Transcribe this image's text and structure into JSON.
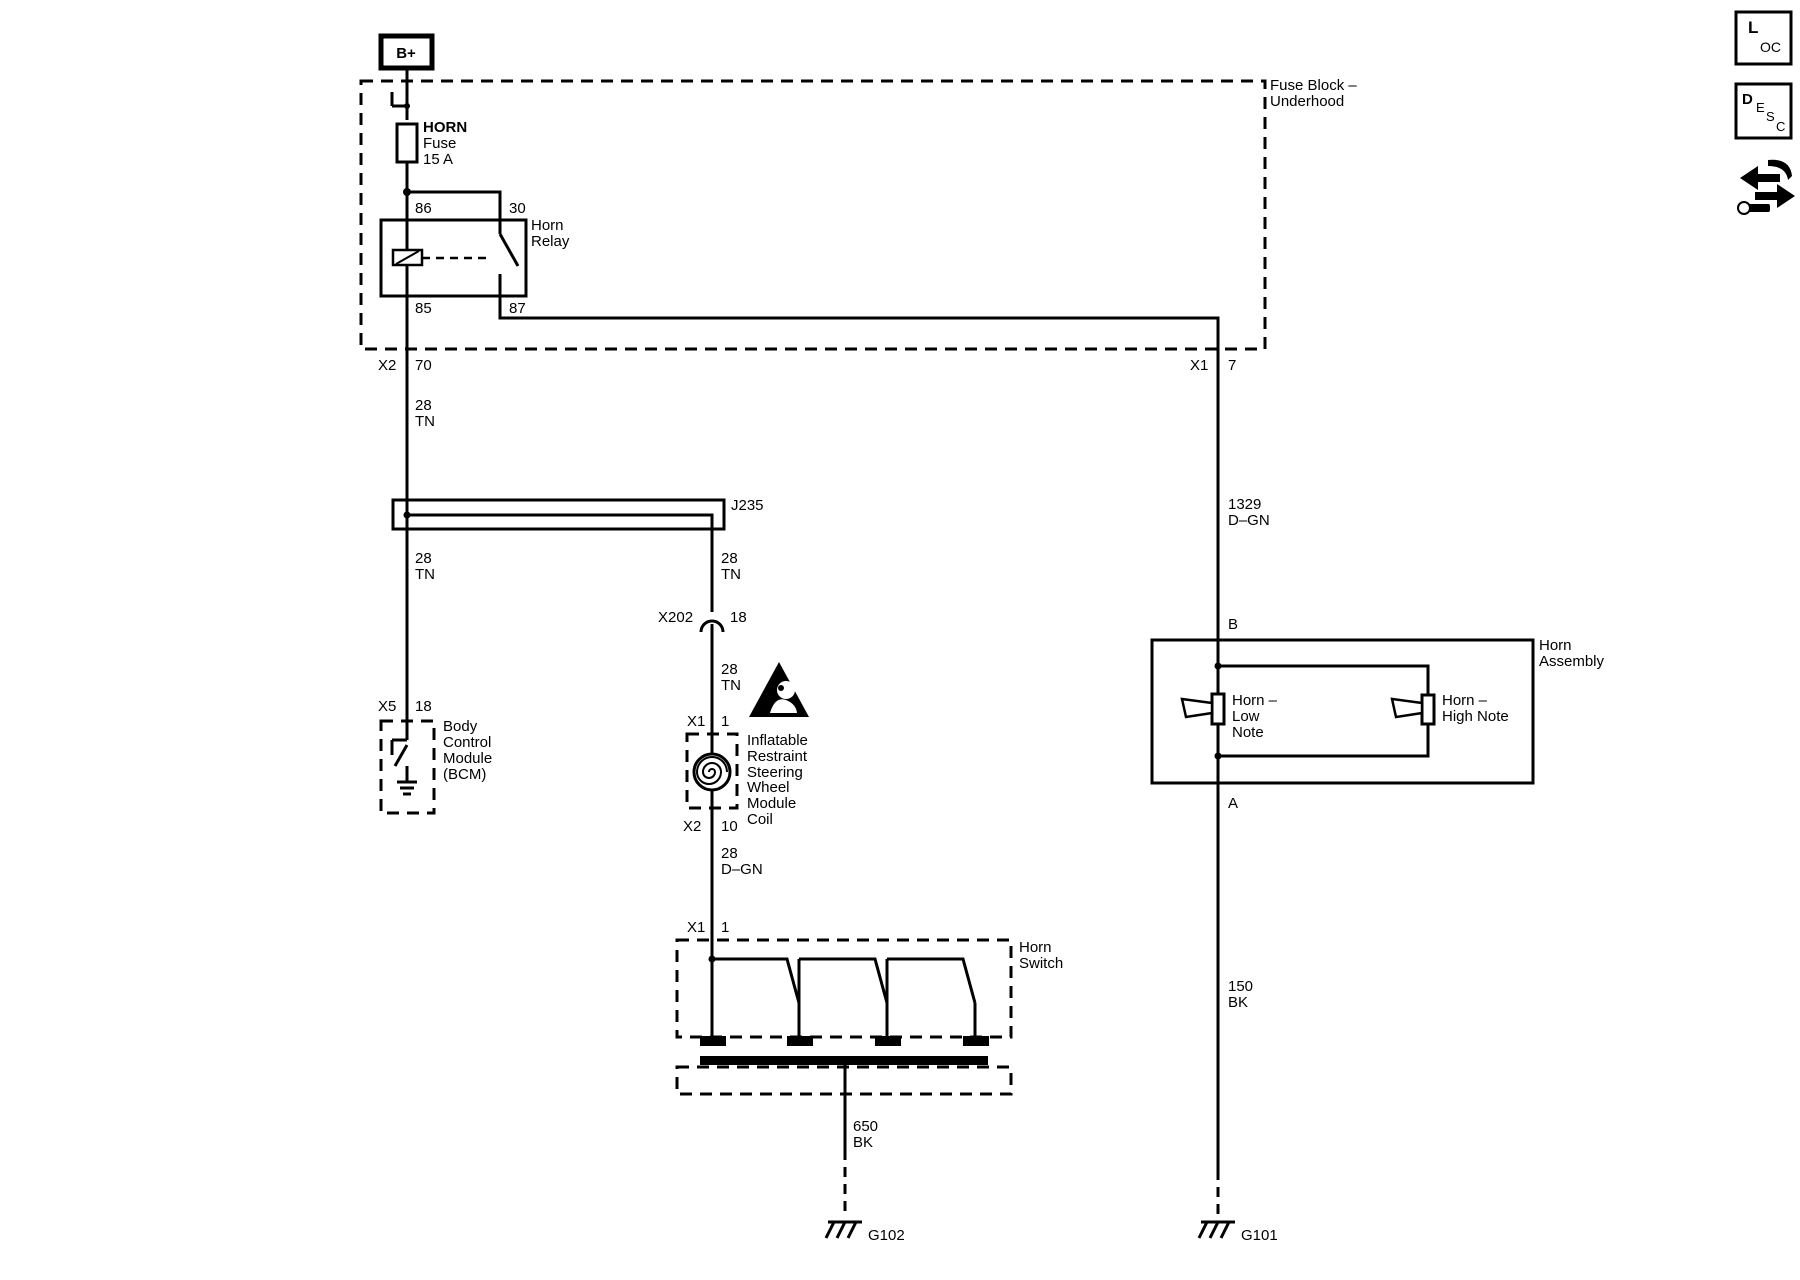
{
  "supply": {
    "label": "B+"
  },
  "fuse_block": {
    "line1": "Fuse Block –",
    "line2": "Underhood"
  },
  "fuse": {
    "line1": "HORN",
    "line2": "Fuse",
    "line3": "15 A"
  },
  "relay": {
    "line1": "Horn",
    "line2": "Relay",
    "pin86": "86",
    "pin30": "30",
    "pin85": "85",
    "pin87": "87"
  },
  "connectors": {
    "x2_name": "X2",
    "x2_pin": "70",
    "x1_name": "X1",
    "x1_pin": "7",
    "x202_name": "X202",
    "x202_pin": "18",
    "x5_name": "X5",
    "x5_pin": "18",
    "coil_x1_name": "X1",
    "coil_x1_pin": "1",
    "coil_x2_name": "X2",
    "coil_x2_pin": "10",
    "switch_x1_name": "X1",
    "switch_x1_pin": "1"
  },
  "wires": {
    "w1_circuit": "28",
    "w1_color": "TN",
    "w2_circuit": "28",
    "w2_color": "TN",
    "w3_circuit": "28",
    "w3_color": "TN",
    "w4_circuit": "28",
    "w4_color": "TN",
    "w5_circuit": "28",
    "w5_color": "D–GN",
    "w6_circuit": "1329",
    "w6_color": "D–GN",
    "w7_circuit": "150",
    "w7_color": "BK",
    "w8_circuit": "650",
    "w8_color": "BK"
  },
  "splice": {
    "label": "J235"
  },
  "bcm": {
    "line1": "Body",
    "line2": "Control",
    "line3": "Module",
    "line4": "(BCM)"
  },
  "coil": {
    "line1": "Inflatable",
    "line2": "Restraint",
    "line3": "Steering",
    "line4": "Wheel",
    "line5": "Module",
    "line6": "Coil"
  },
  "horn_switch": {
    "line1": "Horn",
    "line2": "Switch"
  },
  "horn_assembly": {
    "line1": "Horn",
    "line2": "Assembly",
    "pin_b": "B",
    "pin_a": "A",
    "low_line1": "Horn –",
    "low_line2": "Low",
    "low_line3": "Note",
    "high_line1": "Horn –",
    "high_line2": "High Note"
  },
  "grounds": {
    "g102": "G102",
    "g101": "G101"
  },
  "side_icons": {
    "loc": {
      "big": "L",
      "small": "OC"
    },
    "desc": {
      "big": "D",
      "small1": "E",
      "small2": "S",
      "small3": "C"
    },
    "nav_icon": "arrows-wrench-icon"
  }
}
